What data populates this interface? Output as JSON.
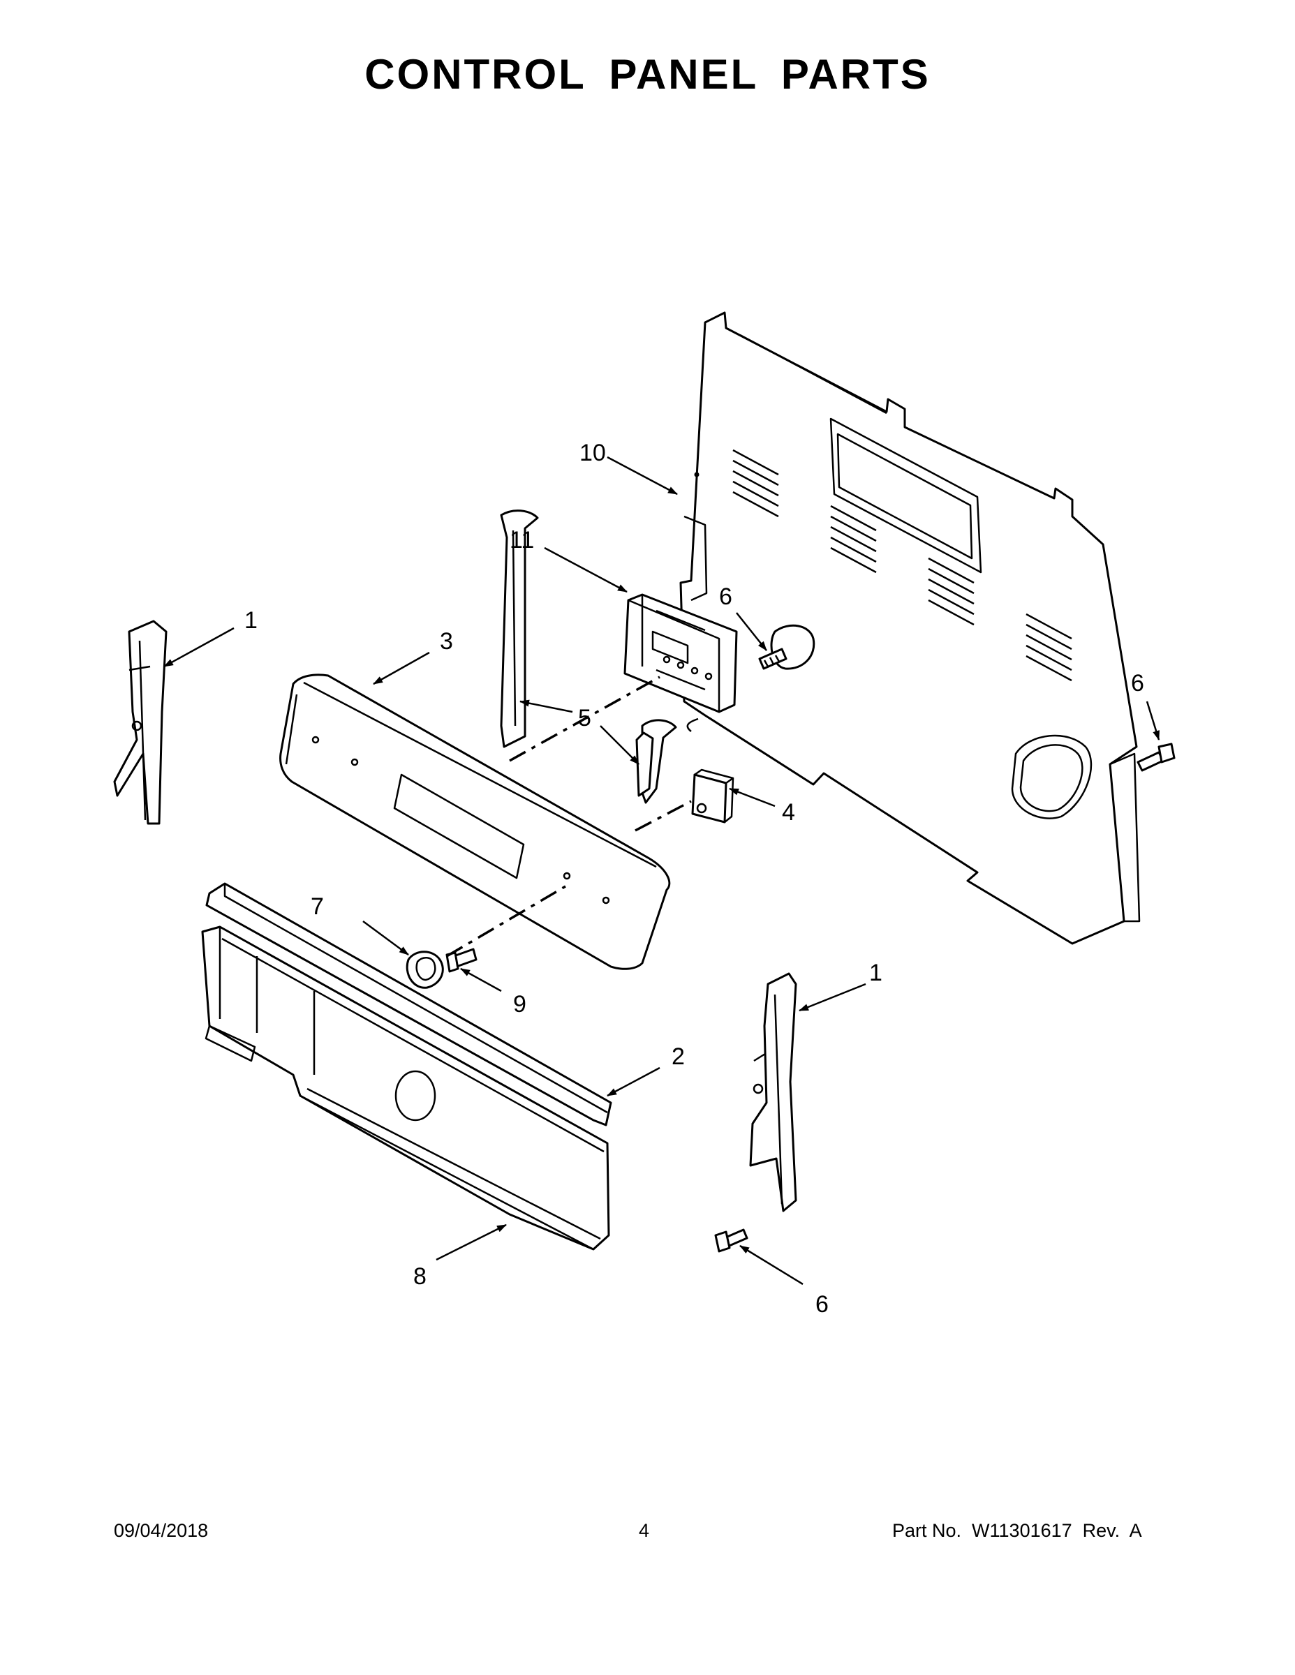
{
  "title": "CONTROL PANEL PARTS",
  "callouts": {
    "c1_left": "1",
    "c1_right": "1",
    "c2": "2",
    "c3": "3",
    "c4": "4",
    "c5": "5",
    "c6_top": "6",
    "c6_right": "6",
    "c6_bottom": "6",
    "c7": "7",
    "c8": "8",
    "c9": "9",
    "c10": "10",
    "c11": "11"
  },
  "footer": {
    "date": "09/04/2018",
    "page": "4",
    "part_no": "Part No.  W11301617  Rev.  A"
  }
}
